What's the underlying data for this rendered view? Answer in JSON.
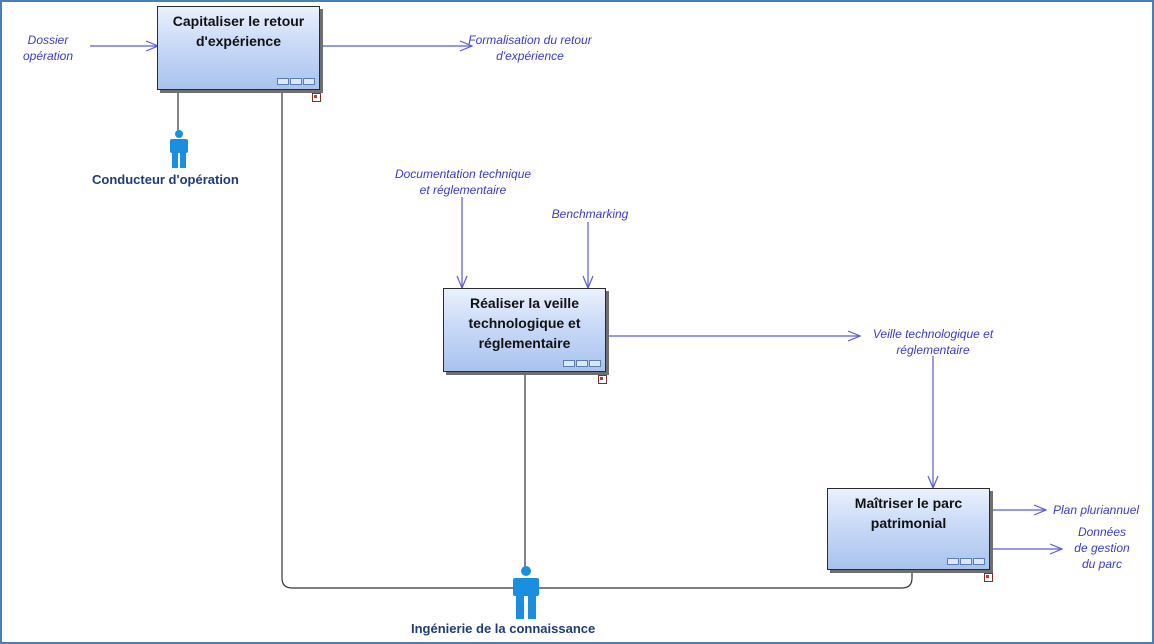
{
  "processes": {
    "capitaliser": {
      "title": [
        "Capitaliser le retour",
        "d'expérience"
      ]
    },
    "veille": {
      "title": [
        "Réaliser la veille",
        "technologique et",
        "réglementaire"
      ]
    },
    "parc": {
      "title": [
        "Maîtriser le parc",
        "patrimonial"
      ]
    }
  },
  "flows": {
    "dossier": [
      "Dossier",
      "opération"
    ],
    "formalisation": [
      "Formalisation du retour",
      "d'expérience"
    ],
    "documentation": [
      "Documentation technique",
      "et réglementaire"
    ],
    "benchmarking": [
      "Benchmarking"
    ],
    "veille_out": [
      "Veille technologique et",
      "réglementaire"
    ],
    "plan": [
      "Plan pluriannuel"
    ],
    "donnees": [
      "Données",
      "de gestion",
      "du parc"
    ]
  },
  "roles": {
    "conducteur": "Conducteur d'opération",
    "ingenierie": "Ingénierie de la connaissance"
  },
  "colors": {
    "flow_line": "#5b5bd6",
    "role_text": "#1f3c78",
    "person_icon": "#1a8fe0",
    "frame": "#4a7fb5"
  }
}
